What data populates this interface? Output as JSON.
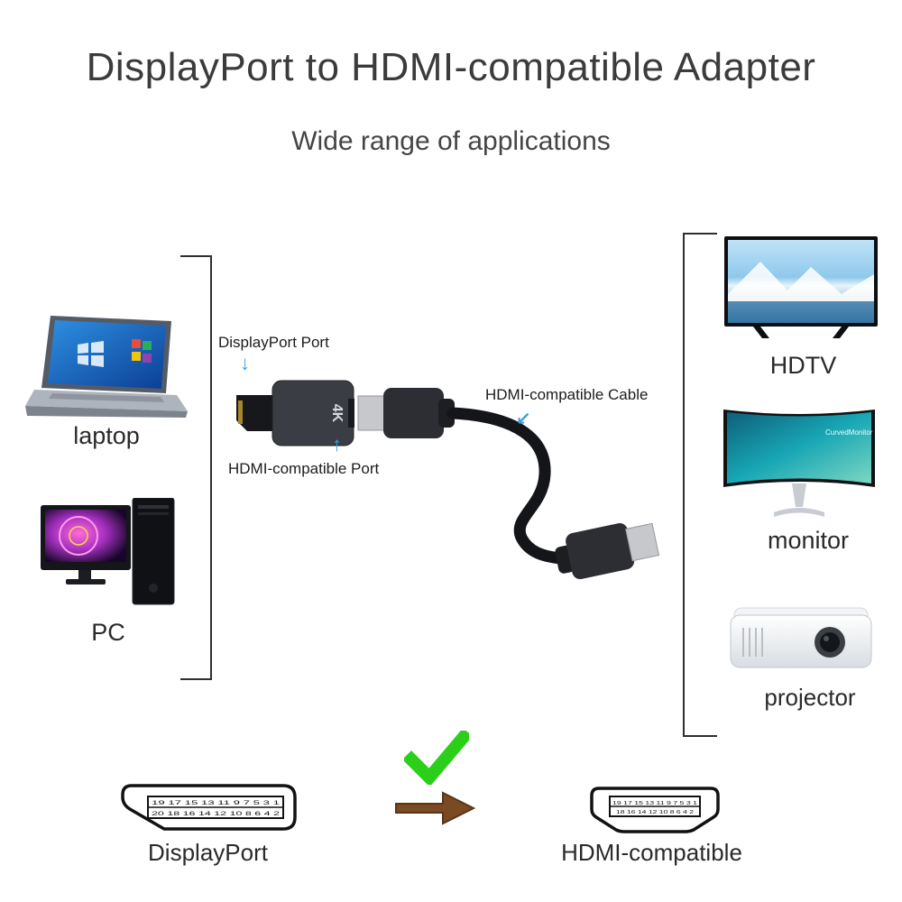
{
  "title": "DisplayPort to HDMI-compatible Adapter",
  "subtitle": "Wide range of applications",
  "annotations": {
    "displayport_port": "DisplayPort Port",
    "hdmi_compatible_port": "HDMI-compatible Port",
    "hdmi_compatible_cable": "HDMI-compatible Cable"
  },
  "device_labels": {
    "laptop": "laptop",
    "pc": "PC",
    "hdtv": "HDTV",
    "monitor": "monitor",
    "projector": "projector"
  },
  "adapter": {
    "badge": "4K"
  },
  "monitor_screen": {
    "brand_text": "CurvedMonitor"
  },
  "arrows": {
    "down": "↓",
    "up": "↑",
    "down_left": "↙"
  },
  "bottom": {
    "displayport_label": "DisplayPort",
    "hdmi_label": "HDMI-compatible",
    "dp_pins_top": "19 17 15 13 11 9 7 5 3 1",
    "dp_pins_bottom": "20 18 16 14 12 10 8 6 4 2",
    "hdmi_pins_top": "19 17 15 13 11 9 7 5 3 1",
    "hdmi_pins_bottom": "18 16 14 12 10 8 6 4 2"
  },
  "colors": {
    "arrow_blue": "#3aa0dc",
    "check_green": "#2bcf1a",
    "arrow_brown": "#7a4b22"
  }
}
